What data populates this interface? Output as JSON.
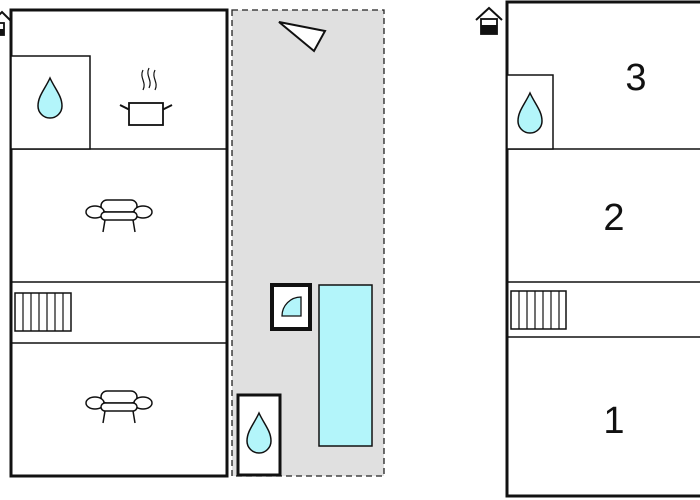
{
  "floor_ground": {
    "rooms": [
      {
        "icon": "bathroom-water-drop-icon"
      },
      {
        "icon": "kitchen-cooking-pot-icon"
      },
      {
        "icon": "living-room-sofa-icon"
      },
      {
        "icon": "staircase-icon"
      },
      {
        "icon": "living-room-sofa-icon"
      }
    ],
    "entrance_icon": "house-entrance-icon"
  },
  "outdoor_terrace": {
    "pool_color": "#b3f5fa",
    "terrace_color": "#e0e0e0",
    "features": [
      {
        "icon": "north-arrow-icon"
      },
      {
        "icon": "hot-tub-icon"
      },
      {
        "icon": "swimming-pool"
      },
      {
        "icon": "outdoor-shower-water-drop-icon"
      }
    ]
  },
  "floor_upper": {
    "rooms": [
      {
        "number": "3"
      },
      {
        "number": "2"
      },
      {
        "number": "1"
      }
    ],
    "features": [
      {
        "icon": "bathroom-water-drop-icon"
      },
      {
        "icon": "staircase-icon"
      }
    ],
    "entrance_icon": "house-entrance-icon"
  },
  "colors": {
    "wall": "#111111",
    "water": "#b3f5fa"
  }
}
